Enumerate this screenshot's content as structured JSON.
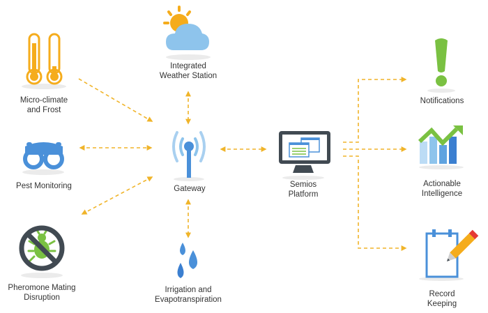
{
  "colors": {
    "arrow": "#f0b429",
    "orange": "#f5ac1c",
    "sky": "#8ec4ec",
    "blue": "#4a90d9",
    "light_blue": "#a9d0f0",
    "green": "#7ac142",
    "dark": "#414a52"
  },
  "nodes": {
    "micro_climate": {
      "label": "Micro-climate\nand Frost",
      "icon": "thermometers-icon"
    },
    "weather": {
      "label": "Integrated\nWeather Station",
      "icon": "sun-cloud-icon"
    },
    "pest": {
      "label": "Pest Monitoring",
      "icon": "binoculars-icon"
    },
    "gateway": {
      "label": "Gateway",
      "icon": "antenna-icon"
    },
    "platform": {
      "label": "Semios\nPlatform",
      "icon": "monitor-icon"
    },
    "pheromone": {
      "label": "Pheromone Mating\nDisruption",
      "icon": "no-bug-icon"
    },
    "irrigation": {
      "label": "Irrigation and\nEvapotranspiration",
      "icon": "water-drops-icon"
    },
    "notifications": {
      "label": "Notifications",
      "icon": "exclamation-icon"
    },
    "intelligence": {
      "label": "Actionable\nIntelligence",
      "icon": "chart-up-icon"
    },
    "records": {
      "label": "Record Keeping",
      "icon": "notepad-pencil-icon"
    }
  },
  "edges": [
    {
      "from": "micro_climate",
      "to": "gateway",
      "direction": "to"
    },
    {
      "from": "weather",
      "to": "gateway",
      "direction": "both"
    },
    {
      "from": "pest",
      "to": "gateway",
      "direction": "both"
    },
    {
      "from": "pheromone",
      "to": "gateway",
      "direction": "both"
    },
    {
      "from": "irrigation",
      "to": "gateway",
      "direction": "both"
    },
    {
      "from": "gateway",
      "to": "platform",
      "direction": "both"
    },
    {
      "from": "platform",
      "to": "notifications",
      "direction": "to"
    },
    {
      "from": "platform",
      "to": "intelligence",
      "direction": "to"
    },
    {
      "from": "platform",
      "to": "records",
      "direction": "to"
    }
  ]
}
